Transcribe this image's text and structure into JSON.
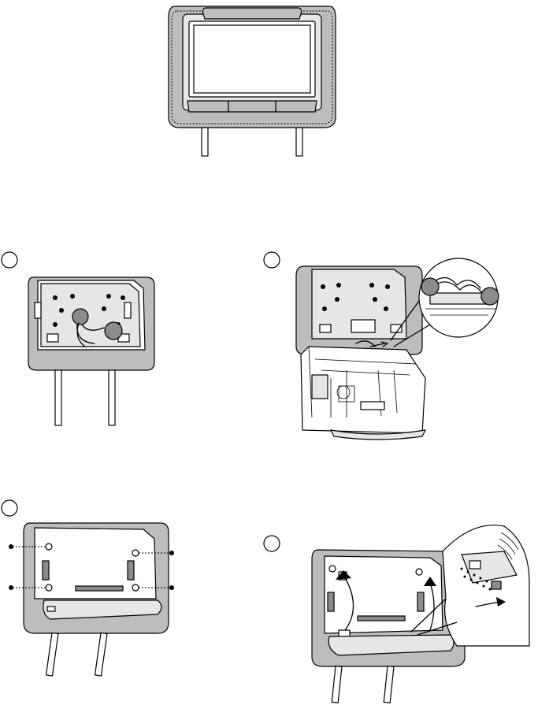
{
  "figures": [
    {
      "id": "overview",
      "step": ""
    },
    {
      "id": "step-1",
      "step": ""
    },
    {
      "id": "step-2",
      "step": ""
    },
    {
      "id": "step-3",
      "step": ""
    },
    {
      "id": "step-4",
      "step": ""
    }
  ],
  "icons": {
    "step_marker": "circle-icon",
    "screw": "screw-icon",
    "arrow": "arrow-icon",
    "callout": "magnifier-callout-icon"
  }
}
